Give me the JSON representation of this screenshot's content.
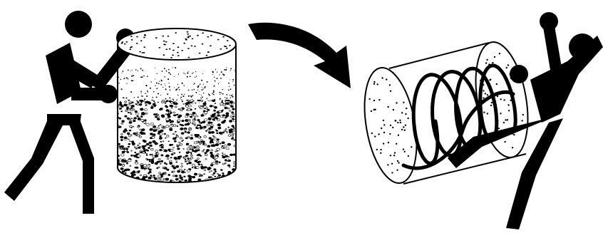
{
  "figure": {
    "panels": [
      {
        "id": "left",
        "figure_icon": "boxer-icon",
        "object_icon": "upright-cylinder-filled-with-particles-icon"
      },
      {
        "id": "right",
        "figure_icon": "kicking-fighter-icon",
        "object_icon": "tilted-cylinder-with-coiled-fibers-icon"
      }
    ],
    "connector_icon": "curved-arrow-icon",
    "colors": {
      "ink": "#000000",
      "background": "#ffffff"
    },
    "particle_seed": 7
  }
}
